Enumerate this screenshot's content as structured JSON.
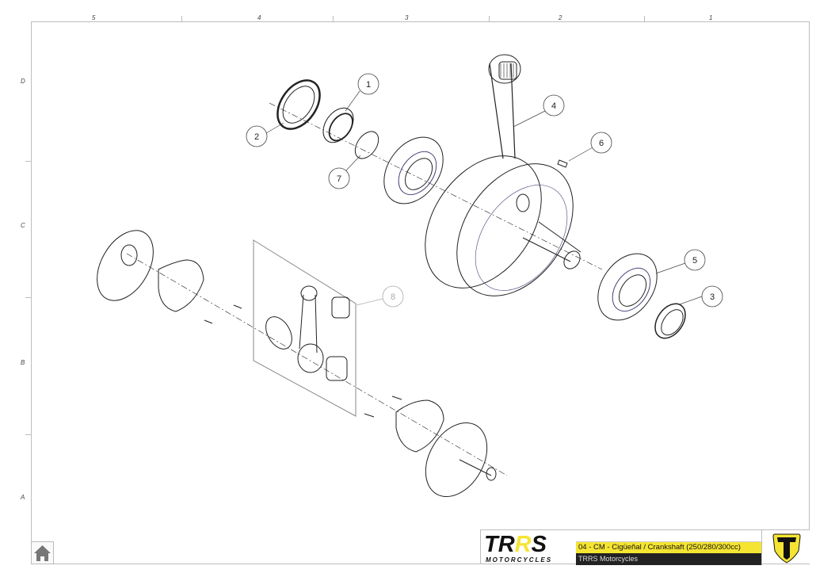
{
  "sheet": {
    "columns": [
      "5",
      "4",
      "3",
      "2",
      "1"
    ],
    "rows": [
      "D",
      "C",
      "B",
      "A"
    ]
  },
  "callouts": [
    {
      "label": "1"
    },
    {
      "label": "2"
    },
    {
      "label": "3"
    },
    {
      "label": "4"
    },
    {
      "label": "5"
    },
    {
      "label": "6"
    },
    {
      "label": "7"
    },
    {
      "label": "8"
    }
  ],
  "title_block": {
    "brand": "TRRS",
    "brand_sub": "MOTORCYCLES",
    "title": "04 - CM - Cigüeñal / Crankshaft (250/280/300cc)",
    "subtitle": "TRRS Motorcycles",
    "colors": {
      "accent": "#f5e532",
      "dark": "#222222"
    }
  },
  "nav": {
    "home_icon": "home-icon"
  }
}
